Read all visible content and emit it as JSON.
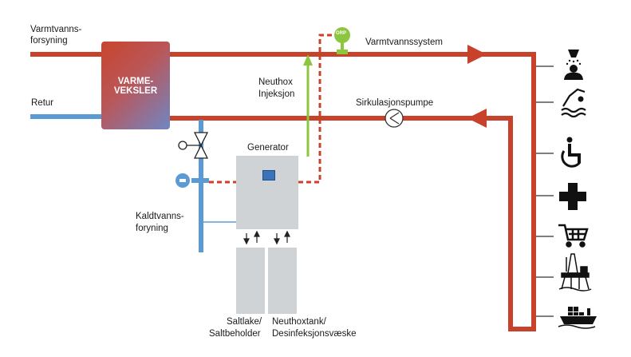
{
  "labels": {
    "hot_supply_line1": "Varmtvanns-",
    "hot_supply_line2": "forsyning",
    "return": "Retur",
    "heat_exchanger_line1": "VARME-",
    "heat_exchanger_line2": "VEKSLER",
    "hot_water_system": "Varmtvannssystem",
    "injection_line1": "Neuthox",
    "injection_line2": "Injeksjon",
    "circulation_pump": "Sirkulasjonspumpe",
    "generator": "Generator",
    "cold_supply_line1": "Kaldtvanns-",
    "cold_supply_line2": "foryning",
    "brine_line1": "Saltlake/",
    "brine_line2": "Saltbeholder",
    "neuthox_tank_line1": "Neuthoxtank/",
    "neuthox_tank_line2": "Desinfeksjonsvæske",
    "orp_sensor": "ORP"
  },
  "colors": {
    "hot_pipe": "#c8412a",
    "cold_pipe": "#5b9bd5",
    "injection_pipe": "#8cc63f",
    "equipment": "#d0d3d5"
  },
  "consumer_icons": [
    "shower-icon",
    "swimming-icon",
    "wheelchair-icon",
    "medical-cross-icon",
    "shopping-cart-icon",
    "oil-platform-icon",
    "cargo-ship-icon"
  ]
}
